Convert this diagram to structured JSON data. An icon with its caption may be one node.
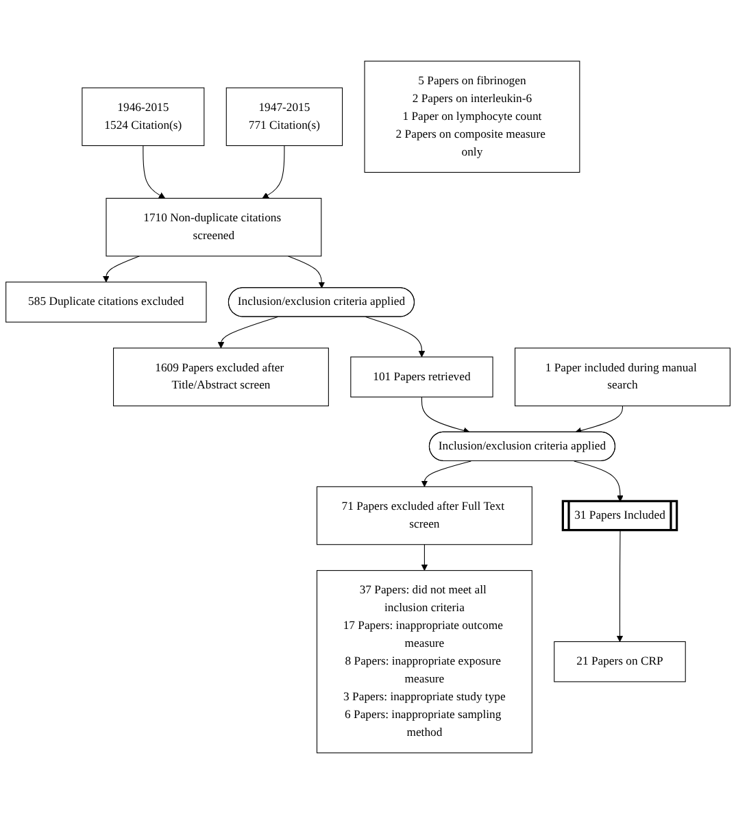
{
  "diagram": {
    "nodes": [
      {
        "text": [
          "1946-2015",
          "1524 Citation(s)"
        ]
      },
      {
        "text": [
          "1947-2015",
          "771 Citation(s)"
        ]
      },
      {
        "text": [
          "1710 Non-duplicate citations screened"
        ]
      },
      {
        "text": [
          "585 Duplicate citations excluded"
        ]
      },
      {
        "text": [
          "Inclusion/exclusion criteria applied"
        ]
      },
      {
        "text": [
          "1609 Papers excluded after Title/Abstract screen"
        ]
      },
      {
        "text": [
          "101 Papers retrieved"
        ]
      },
      {
        "text": [
          "1 Paper included during manual search"
        ]
      },
      {
        "text": [
          "Inclusion/exclusion criteria applied"
        ]
      },
      {
        "text": [
          "71 Papers excluded after Full Text screen"
        ]
      },
      {
        "text": [
          "37 Papers: did not meet all inclusion criteria",
          "17 Papers: inappropriate outcome measure",
          "8 Papers: inappropriate exposure measure",
          "3 Papers: inappropriate study type",
          "6 Papers: inappropriate sampling method"
        ]
      },
      {
        "text": [
          "31 Papers Included"
        ]
      },
      {
        "text": [
          "21 Papers on CRP"
        ]
      },
      {
        "text": [
          "5 Papers on fibrinogen",
          "2 Papers on interleukin-6",
          "1 Paper on lymphocyte count",
          "2 Papers on composite measure only"
        ]
      }
    ],
    "edges": [
      {
        "from": 0,
        "to": 2,
        "arrow": "to"
      },
      {
        "from": 1,
        "to": 2,
        "arrow": "to"
      },
      {
        "from": 2,
        "to": 3,
        "arrow": "to"
      },
      {
        "from": 2,
        "to": 4,
        "arrow": "to"
      },
      {
        "from": 4,
        "to": 5,
        "arrow": "to"
      },
      {
        "from": 4,
        "to": 6,
        "arrow": "to"
      },
      {
        "from": 6,
        "to": 8,
        "arrow": "to"
      },
      {
        "from": 7,
        "to": 8,
        "arrow": "to"
      },
      {
        "from": 8,
        "to": 9,
        "arrow": "to"
      },
      {
        "from": 9,
        "to": 10,
        "arrow": "to"
      },
      {
        "from": 8,
        "to": 11,
        "arrow": "to"
      },
      {
        "from": 11,
        "to": 12,
        "arrow": "to"
      }
    ]
  }
}
